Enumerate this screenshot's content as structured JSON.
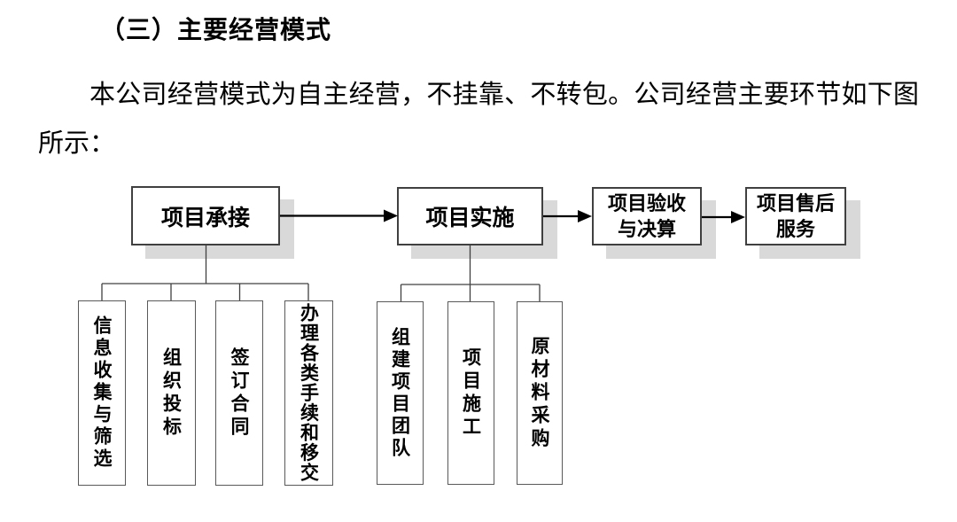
{
  "document": {
    "heading": "（三）主要经营模式",
    "paragraph": "本公司经营模式为自主经营，不挂靠、不转包。公司经营主要环节如下图所示："
  },
  "flowchart": {
    "main_flow": [
      {
        "lines": [
          "项目承接"
        ]
      },
      {
        "lines": [
          "项目实施"
        ]
      },
      {
        "lines": [
          "项目验收",
          "与决算"
        ]
      },
      {
        "lines": [
          "项目售后",
          "服务"
        ]
      }
    ],
    "sub_groups": [
      {
        "parent": "项目承接",
        "steps": [
          "信息收集与筛选",
          "组织投标",
          "签订合同",
          "办理各类手续和移交"
        ]
      },
      {
        "parent": "项目实施",
        "steps": [
          "组建项目团队",
          "项目施工",
          "原材料采购"
        ]
      }
    ]
  },
  "colors": {
    "background": "#ffffff",
    "text": "#000000",
    "main_box_border": "#404040",
    "sub_box_border": "#595959",
    "connector_line": "#404040",
    "arrow": "#000000",
    "box_shadow": "#d9d9d9"
  }
}
